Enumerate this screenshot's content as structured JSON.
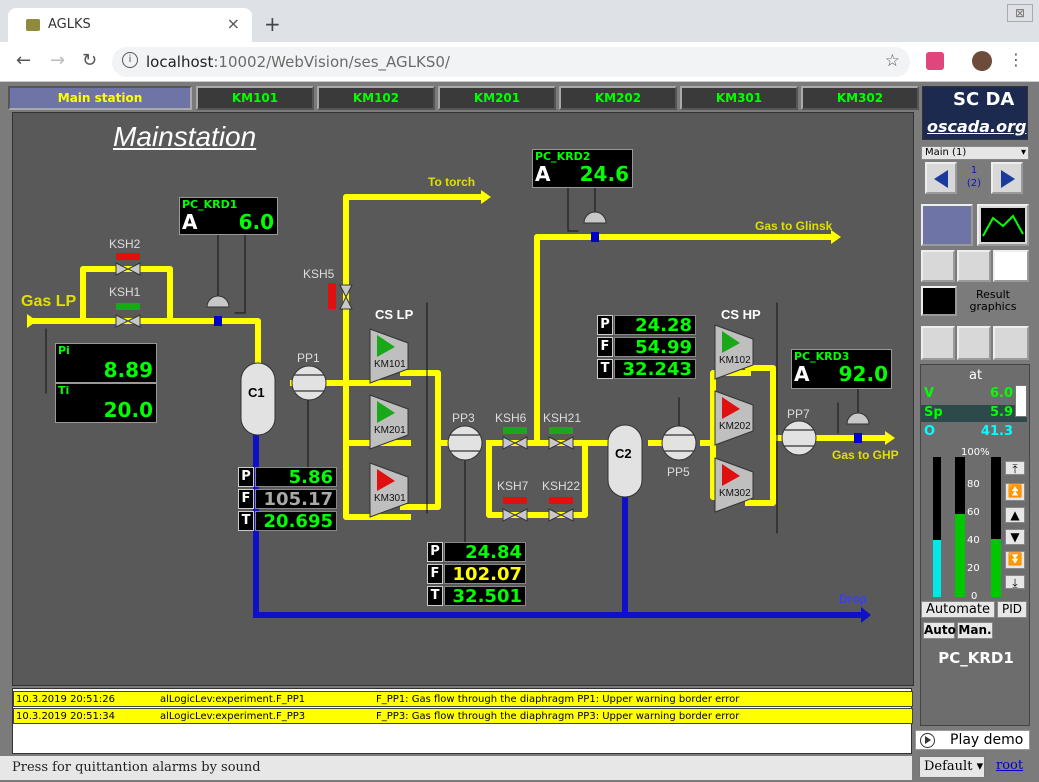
{
  "browser": {
    "tab_title": "AGLKS",
    "url_host": "localhost",
    "url_rest": ":10002/WebVision/ses_AGLKS0/",
    "close_glyph": "×",
    "newtab_glyph": "+",
    "win_close_glyph": "⊠"
  },
  "tabs": [
    "Main station",
    "KM101",
    "KM102",
    "KM201",
    "KM202",
    "KM301",
    "KM302"
  ],
  "mnemo": {
    "title": "Mainstation",
    "labels": {
      "gas_lp": "Gas LP",
      "to_torch": "To torch",
      "gas_to_glinsk": "Gas to Glinsk",
      "gas_to_ghp": "Gas to GHP",
      "drop": "Drop",
      "cs_lp": "CS LP",
      "cs_hp": "CS HP",
      "c1": "C1",
      "c2": "C2",
      "pp1": "PP1",
      "pp3": "PP3",
      "pp5": "PP5",
      "pp7": "PP7",
      "ksh1": "KSH1",
      "ksh2": "KSH2",
      "ksh5": "KSH5",
      "ksh6": "KSH6",
      "ksh7": "KSH7",
      "ksh21": "KSH21",
      "ksh22": "KSH22",
      "km101": "KM101",
      "km201": "KM201",
      "km301": "KM301",
      "km102": "KM102",
      "km202": "KM202",
      "km302": "KM302"
    },
    "regulators": [
      {
        "name": "PC_KRD1",
        "mode": "A",
        "value": "6.0"
      },
      {
        "name": "PC_KRD2",
        "mode": "A",
        "value": "24.6"
      },
      {
        "name": "PC_KRD3",
        "mode": "A",
        "value": "92.0"
      }
    ],
    "pi_ti": {
      "pi_label": "Pi",
      "pi": "8.89",
      "ti_label": "Ti",
      "ti": "20.0"
    },
    "pp1_table": {
      "p": "5.86",
      "f": "105.17",
      "t": "20.695"
    },
    "pp3_table": {
      "p": "24.84",
      "f": "102.07",
      "t": "32.501"
    },
    "pp5_table": {
      "p": "24.28",
      "f": "54.99",
      "t": "32.243"
    },
    "keys": {
      "p": "P",
      "f": "F",
      "t": "T"
    }
  },
  "alarms": [
    {
      "time": "10.3.2019 20:51:26",
      "source": "alLogicLev:experiment.F_PP1",
      "message": "F_PP1: Gas flow through the diaphragm PP1: Upper warning border error"
    },
    {
      "time": "10.3.2019 20:51:34",
      "source": "alLogicLev:experiment.F_PP3",
      "message": "F_PP3: Gas flow through the diaphragm PP3: Upper warning border error"
    }
  ],
  "statusbar": "Press for quittantion alarms by sound",
  "side": {
    "logo_text": "SC DA",
    "logo_site": "oscada.org",
    "page_select": "Main (1)",
    "page_num": "1",
    "page_num2": "(2)",
    "result_graphics": "Result graphics",
    "pid": {
      "at": "at",
      "v_label": "V",
      "v": "6.0",
      "sp_label": "Sp",
      "sp": "5.9",
      "o_label": "O",
      "o": "41.3",
      "scale": [
        "100%",
        "80",
        "60",
        "40",
        "20",
        "0"
      ],
      "automate": "Automate",
      "pid_btn": "PID",
      "auto": "Auto",
      "man": "Man.",
      "name": "PC_KRD1",
      "bars": {
        "v_level": 0.41,
        "sp_level": 0.59,
        "o_level": 0.413
      }
    },
    "play_demo": "Play demo",
    "default_sel": "Default",
    "root": "root"
  }
}
